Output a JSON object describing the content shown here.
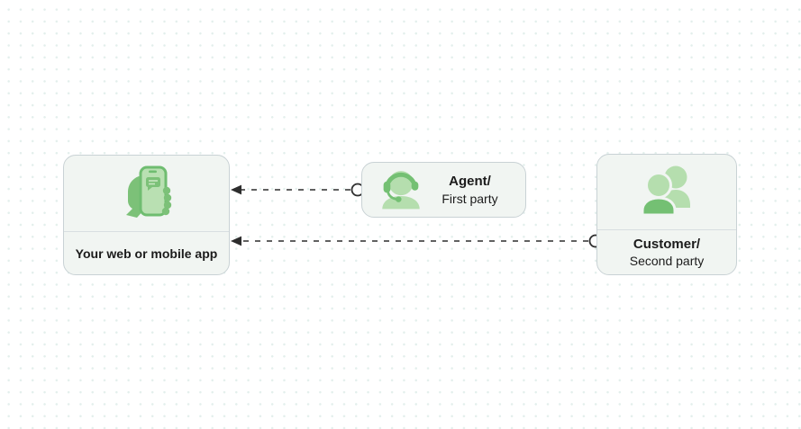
{
  "diagram": {
    "nodes": {
      "app": {
        "label": "Your web or mobile app",
        "icon": "phone-in-hand-icon"
      },
      "agent": {
        "title": "Agent/",
        "subtitle": "First party",
        "icon": "agent-headset-icon"
      },
      "customer": {
        "title": "Customer/",
        "subtitle": "Second party",
        "icon": "customer-group-icon"
      }
    },
    "connectors": [
      {
        "from": "agent",
        "to": "app",
        "style": "dashed-arrow"
      },
      {
        "from": "customer",
        "to": "app",
        "style": "dashed-arrow"
      }
    ]
  },
  "colors": {
    "background": "#ffffff",
    "grid_dot": "#e3efec",
    "node_background": "#f1f5f2",
    "node_border": "#c9d2d5",
    "divider": "#d8dee1",
    "icon_green_light": "#b5deae",
    "icon_green_medium": "#74c073",
    "text": "#1b1b1b",
    "connector": "#2d2d2d"
  }
}
